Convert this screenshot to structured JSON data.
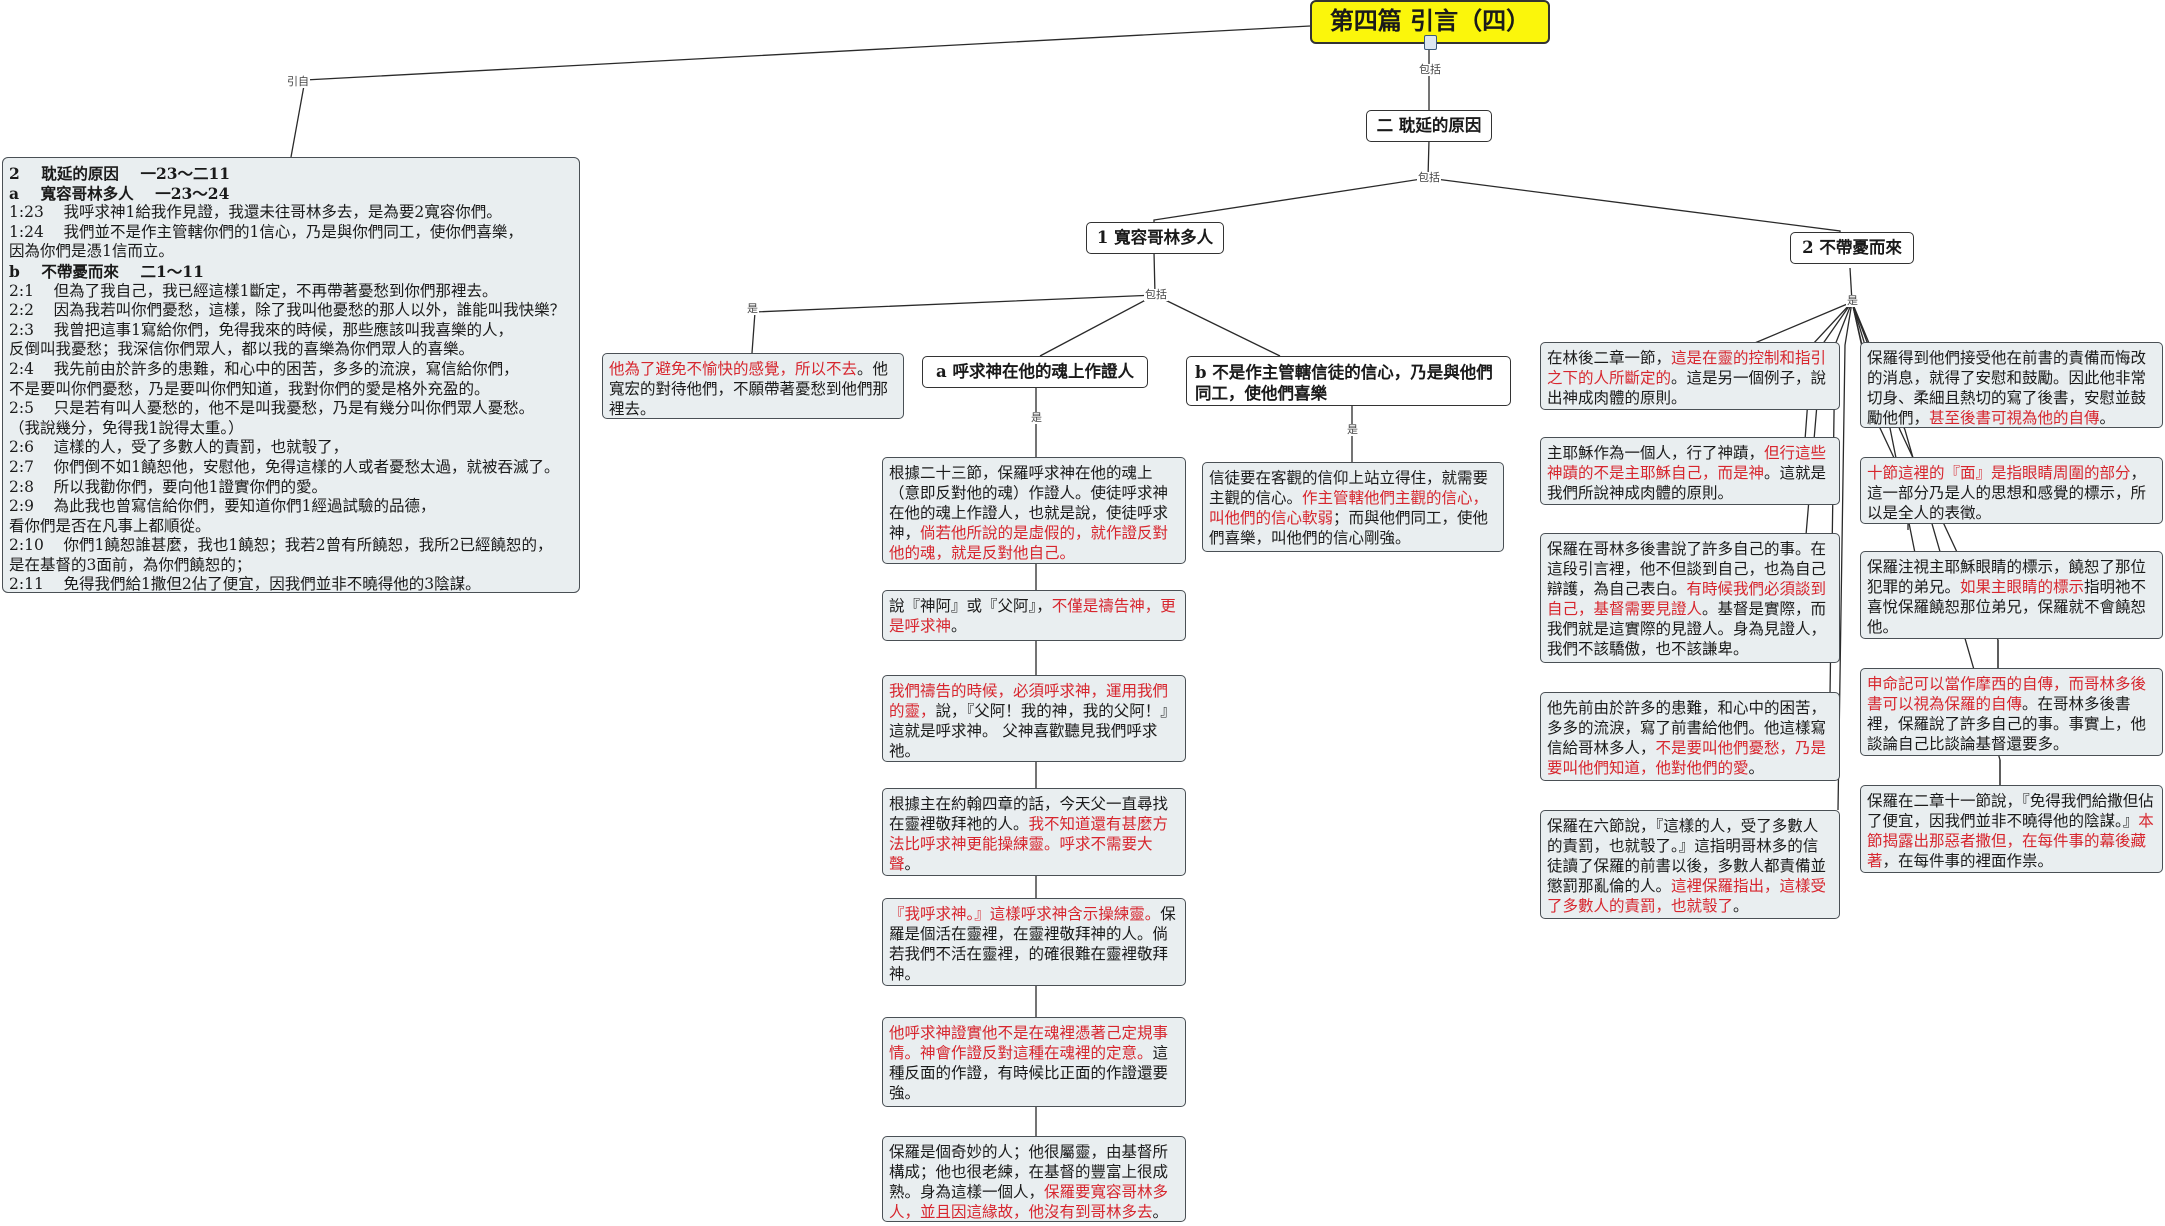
{
  "title": "第四篇  引言（四）",
  "link_labels": {
    "quote": "引自",
    "include": "包括",
    "is": "是"
  },
  "scripture": [
    {
      "text": "2    耽延的原因    一23～二11",
      "bold": true
    },
    {
      "text": "a    寬容哥林多人    一23～24",
      "bold": true
    },
    {
      "text": "1:23    我呼求神1給我作見證，我還未往哥林多去，是為要2寬容你們。",
      "bold": false
    },
    {
      "text": "1:24    我們並不是作主管轄你們的1信心，乃是與你們同工，使你們喜樂，",
      "bold": false
    },
    {
      "text": "因為你們是憑1信而立。",
      "bold": false
    },
    {
      "text": "b    不帶憂而來    二1～11",
      "bold": true
    },
    {
      "text": "2:1    但為了我自己，我已經這樣1斷定，不再帶著憂愁到你們那裡去。",
      "bold": false
    },
    {
      "text": "2:2    因為我若叫你們憂愁，這樣，除了我叫他憂愁的那人以外，誰能叫我快樂？",
      "bold": false
    },
    {
      "text": "2:3    我曾把這事1寫給你們，免得我來的時候，那些應該叫我喜樂的人，",
      "bold": false
    },
    {
      "text": "反倒叫我憂愁；我深信你們眾人，都以我的喜樂為你們眾人的喜樂。",
      "bold": false
    },
    {
      "text": "2:4    我先前由於許多的患難，和心中的困苦，多多的流淚，寫信給你們，",
      "bold": false
    },
    {
      "text": "不是要叫你們憂愁，乃是要叫你們知道，我對你們的愛是格外充盈的。",
      "bold": false
    },
    {
      "text": "2:5    只是若有叫人憂愁的，他不是叫我憂愁，乃是有幾分叫你們眾人憂愁。",
      "bold": false
    },
    {
      "text": "（我說幾分，免得我1說得太重。）",
      "bold": false
    },
    {
      "text": "2:6    這樣的人，受了多數人的責罰，也就彀了，",
      "bold": false
    },
    {
      "text": "2:7    你們倒不如1饒恕他，安慰他，免得這樣的人或者憂愁太過，就被吞滅了。",
      "bold": false
    },
    {
      "text": "2:8    所以我勸你們，要向他1證實你們的愛。",
      "bold": false
    },
    {
      "text": "2:9    為此我也曾寫信給你們，要知道你們1經過試驗的品德，",
      "bold": false
    },
    {
      "text": "看你們是否在凡事上都順從。",
      "bold": false
    },
    {
      "text": "2:10    你們1饒恕誰甚麼，我也1饒恕；我若2曾有所饒恕，我所2已經饒恕的，",
      "bold": false
    },
    {
      "text": "是在基督的3面前，為你們饒恕的；",
      "bold": false
    },
    {
      "text": "2:11    免得我們給1撒但2佔了便宜，因我們並非不曉得他的3陰謀。",
      "bold": false
    }
  ],
  "headers": {
    "h2": "二  耽延的原因",
    "h2_1": "1  寬容哥林多人",
    "h2_2": "2  不帶憂而來",
    "ha": "a    呼求神在他的魂上作證人",
    "hb": "b    不是作主管轄信徒的信心，乃是與他們同工，使他們喜樂"
  },
  "notes": {
    "n_avoid": [
      {
        "t": "他為了避免不愉快的感覺，所以不去",
        "hl": true
      },
      {
        "t": "。他寬宏的對待他們，不願帶著憂愁到他們那裡去。",
        "hl": false
      }
    ],
    "na1": [
      {
        "t": "根據二十三節，保羅呼求神在他的魂上（意即反對他的魂）作證人。使徒呼求神在他的魂上作證人，也就是說，使徒呼求神，",
        "hl": false
      },
      {
        "t": "倘若他所說的是虛假的，就作證反對他的魂，就是反對他自己。",
        "hl": true
      }
    ],
    "na2": [
      {
        "t": "說『神阿』或『父阿』，",
        "hl": false
      },
      {
        "t": "不僅是禱告神，更是呼求神",
        "hl": true
      },
      {
        "t": "。",
        "hl": false
      }
    ],
    "na3": [
      {
        "t": "我們禱告的時候，必須呼求神，運用我們的靈，",
        "hl": true
      },
      {
        "t": "說，『父阿！我的神，我的父阿！』這就是呼求神。 父神喜歡聽見我們呼求祂。",
        "hl": false
      }
    ],
    "na4": [
      {
        "t": "根據主在約翰四章的話，今天父一直尋找在靈裡敬拜祂的人。",
        "hl": false
      },
      {
        "t": "我不知道還有甚麼方法比呼求神更能操練靈。呼求不需要大聲",
        "hl": true
      },
      {
        "t": "。",
        "hl": false
      }
    ],
    "na5": [
      {
        "t": "『我呼求神。』這樣呼求神含示操練靈。",
        "hl": true
      },
      {
        "t": "保羅是個活在靈裡，在靈裡敬拜神的人。倘若我們不活在靈裡，的確很難在靈裡敬拜神。",
        "hl": false
      }
    ],
    "na6": [
      {
        "t": "他呼求神證實他不是在魂裡憑著己定規事情。神會作證反對這種在魂裡的定意。",
        "hl": true
      },
      {
        "t": "這種反面的作證，有時候比正面的作證還要強。",
        "hl": false
      }
    ],
    "na7": [
      {
        "t": "保羅是個奇妙的人；他很屬靈，由基督所構成；他也很老練，在基督的豐富上很成熟。身為這樣一個人，",
        "hl": false
      },
      {
        "t": "保羅要寬容哥林多人，並且因這緣故，他沒有到哥林多去",
        "hl": true
      },
      {
        "t": "。",
        "hl": false
      }
    ],
    "nb1": [
      {
        "t": "信徒要在客觀的信仰上站立得住，就需要主觀的信心。",
        "hl": false
      },
      {
        "t": "作主管轄他們主觀的信心，叫他們的信心軟弱",
        "hl": true
      },
      {
        "t": "；而與他們同工，使他們喜樂，叫他們的信心剛強。",
        "hl": false
      }
    ],
    "nc1": [
      {
        "t": "在林後二章一節，",
        "hl": false
      },
      {
        "t": "這是在靈的控制和指引之下的人所斷定的",
        "hl": true
      },
      {
        "t": "。這是另一個例子，說出神成肉體的原則。",
        "hl": false
      }
    ],
    "nc2": [
      {
        "t": "主耶穌作為一個人，行了神蹟，",
        "hl": false
      },
      {
        "t": "但行這些神蹟的不是主耶穌自己，而是神",
        "hl": true
      },
      {
        "t": "。這就是我們所說神成肉體的原則。",
        "hl": false
      }
    ],
    "nc3": [
      {
        "t": "保羅在哥林多後書說了許多自己的事。在這段引言裡，他不但談到自己，也為自己辯護，為自己表白。",
        "hl": false
      },
      {
        "t": "有時候我們必須談到自己，基督需要見證人",
        "hl": true
      },
      {
        "t": "。基督是實際，而我們就是這實際的見證人。身為見證人，我們不該驕傲，也不該謙卑。",
        "hl": false
      }
    ],
    "nc4": [
      {
        "t": "他先前由於許多的患難，和心中的困苦，多多的流淚，寫了前書給他們。他這樣寫信給哥林多人，",
        "hl": false
      },
      {
        "t": "不是要叫他們憂愁，乃是要叫他們知道，他對他們的愛",
        "hl": true
      },
      {
        "t": "。",
        "hl": false
      }
    ],
    "nc5": [
      {
        "t": "保羅在六節說，『這樣的人，受了多數人的責罰，也就彀了。』這指明哥林多的信徒讀了保羅的前書以後，多數人都責備並懲罰那亂倫的人。",
        "hl": false
      },
      {
        "t": "這裡保羅指出，這樣受了多數人的責罰，也就彀了",
        "hl": true
      },
      {
        "t": "。",
        "hl": false
      }
    ],
    "nd1": [
      {
        "t": "保羅得到他們接受他在前書的責備而悔改的消息，就得了安慰和鼓勵。因此他非常切身、柔細且熱切的寫了後書，安慰並鼓勵他們，",
        "hl": false
      },
      {
        "t": "甚至後書可視為他的自傳",
        "hl": true
      },
      {
        "t": "。",
        "hl": false
      }
    ],
    "nd2": [
      {
        "t": "十節這裡的『面』是指眼睛周圍的部分",
        "hl": true
      },
      {
        "t": "，這一部分乃是人的思想和感覺的標示，所以是全人的表徵。",
        "hl": false
      }
    ],
    "nd3": [
      {
        "t": "保羅注視主耶穌眼睛的標示，饒恕了那位犯罪的弟兄。",
        "hl": false
      },
      {
        "t": "如果主眼睛的標示",
        "hl": true
      },
      {
        "t": "指明祂不喜悅保羅饒恕那位弟兄，保羅就不會饒恕他。",
        "hl": false
      }
    ],
    "nd4": [
      {
        "t": "申命記可以當作摩西的自傳，而哥林多後書可以視為保羅的自傳",
        "hl": true
      },
      {
        "t": "。在哥林多後書裡，保羅說了許多自己的事。事實上，他談論自己比談論基督還要多。",
        "hl": false
      }
    ],
    "nd5": [
      {
        "t": "保羅在二章十一節說，『免得我們給撒但佔了便宜，因我們並非不曉得他的陰謀。』",
        "hl": false
      },
      {
        "t": "本節揭露出那惡者撒但，在每件事的幕後藏著",
        "hl": true
      },
      {
        "t": "，在每件事的裡面作祟。",
        "hl": false
      }
    ]
  }
}
